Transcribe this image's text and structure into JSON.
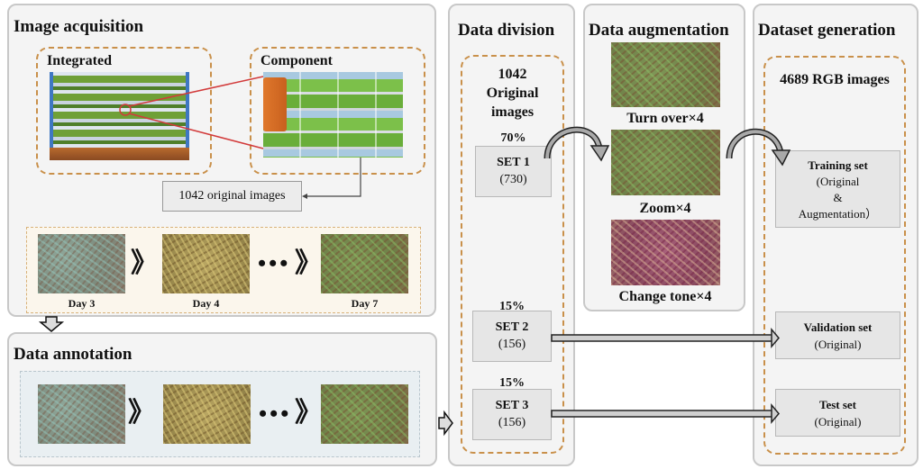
{
  "image_acquisition": {
    "title": "Image acquisition",
    "integrated_label": "Integrated",
    "component_label": "Component",
    "original_images_label": "1042 original images",
    "days": [
      "Day 3",
      "Day 4",
      "Day 7"
    ],
    "ellipsis": "•••",
    "chevron": "》"
  },
  "data_annotation": {
    "title": "Data annotation",
    "ellipsis": "•••",
    "chevron": "》"
  },
  "data_division": {
    "title": "Data division",
    "total_count": "1042",
    "total_line2": "Original",
    "total_line3": "images",
    "sets": [
      {
        "percent": "70%",
        "name": "SET 1",
        "count": "(730)"
      },
      {
        "percent": "15%",
        "name": "SET 2",
        "count": "(156)"
      },
      {
        "percent": "15%",
        "name": "SET 3",
        "count": "(156)"
      }
    ]
  },
  "data_augmentation": {
    "title": "Data augmentation",
    "steps": [
      "Turn over×4",
      "Zoom×4",
      "Change tone×4"
    ]
  },
  "dataset_generation": {
    "title": "Dataset generation",
    "total": "4689 RGB images",
    "training": {
      "name": "Training set",
      "line2": "(Original",
      "line3": "&",
      "line4": "Augmentation）"
    },
    "validation": {
      "name": "Validation set",
      "line2": "(Original)"
    },
    "test": {
      "name": "Test set",
      "line2": "(Original)"
    }
  },
  "colors": {
    "dash_orange": "#c9904a",
    "panel_bg": "#f4f4f4",
    "panel_border": "#c8c8c8",
    "box_gray": "#e6e6e6",
    "zoom_line_red": "#d23a3a"
  }
}
